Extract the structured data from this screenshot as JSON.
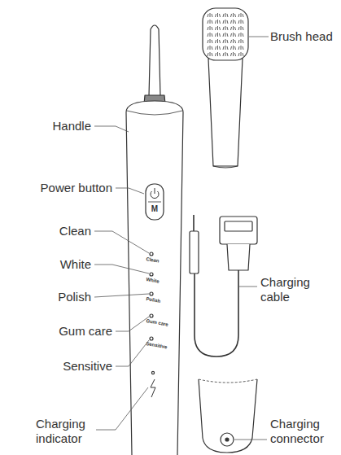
{
  "diagram": {
    "labels": [
      "Brush head",
      "Handle",
      "Power button",
      "M",
      "Clean",
      "Clean",
      "White",
      "White",
      "Polish",
      "Polish",
      "Gum care",
      "Gum care",
      "Sensitive",
      "Sensitive",
      "Charging indicator",
      "Charging cable",
      "Charging connector"
    ]
  }
}
